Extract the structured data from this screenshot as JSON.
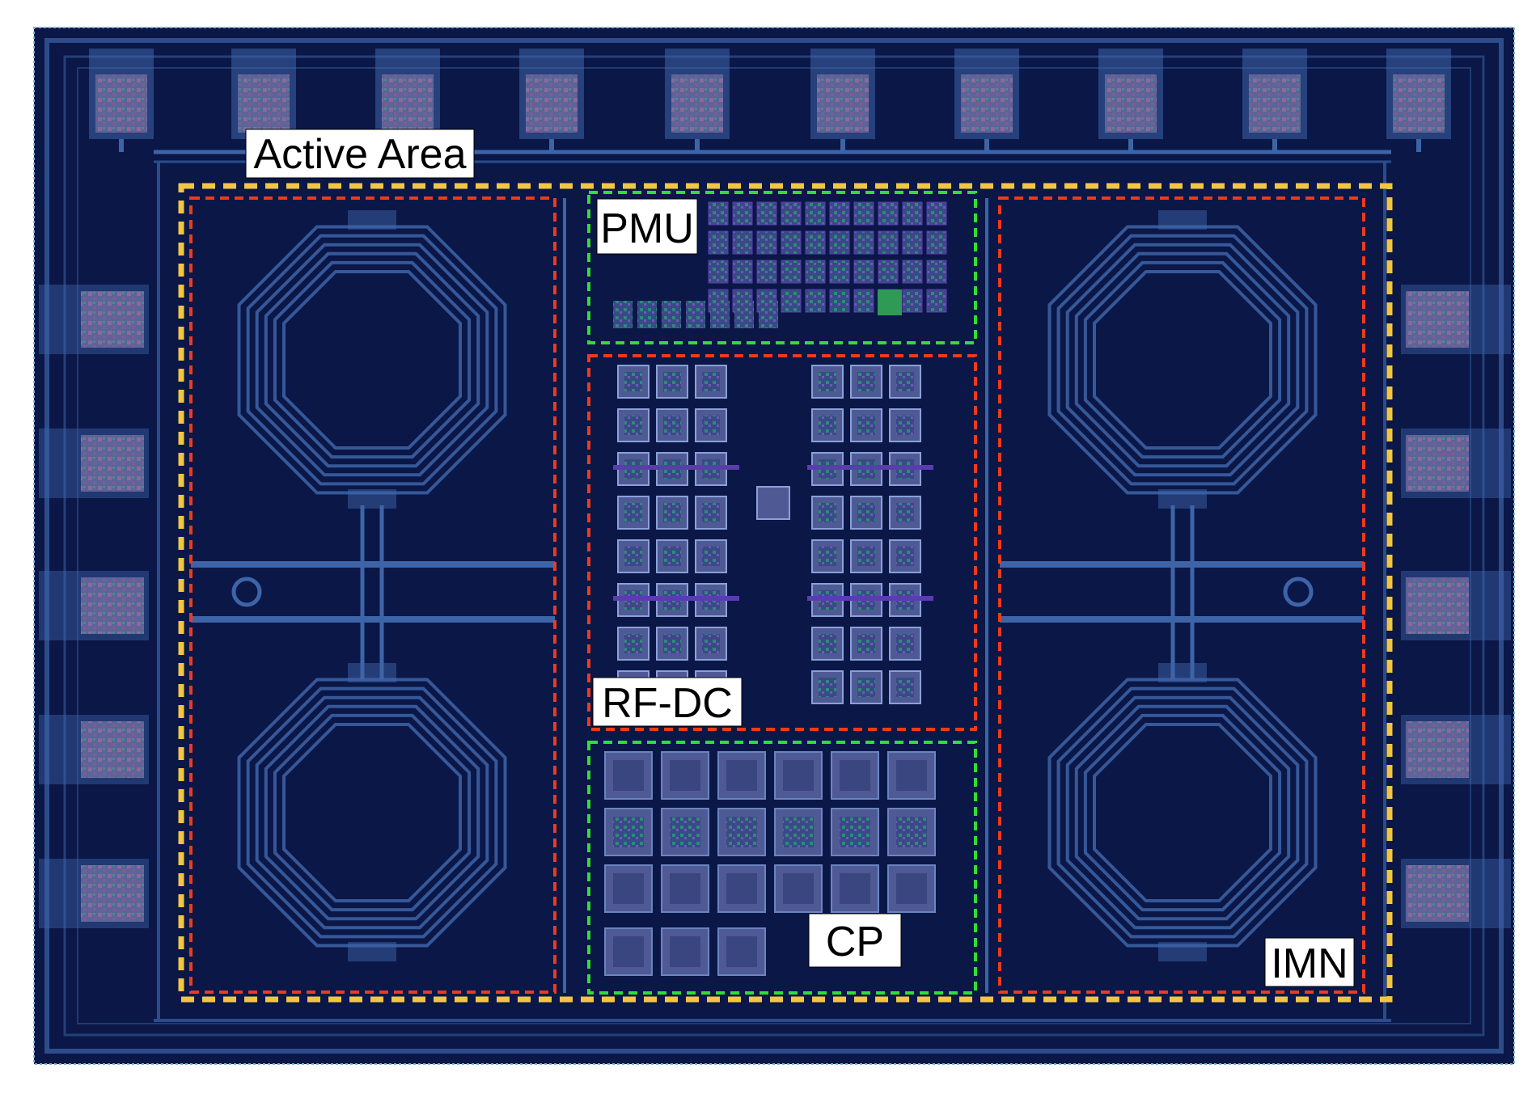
{
  "labels": {
    "active_area": "Active Area",
    "pmu": "PMU",
    "rf_dc": "RF-DC",
    "cp": "CP",
    "imn": "IMN"
  },
  "colors": {
    "substrate": "#0a1747",
    "metal": "#3e64a8",
    "pad_fill": "#5c6498",
    "pad_texture": "#8a6a9e",
    "cell_fill": "#4f5a95",
    "cell_green": "#2e8a7a",
    "cell_purple": "#5a3cb0",
    "dash_yellow": "#f2c641",
    "dash_red": "#ee3a1d",
    "dash_green": "#33dd33"
  }
}
